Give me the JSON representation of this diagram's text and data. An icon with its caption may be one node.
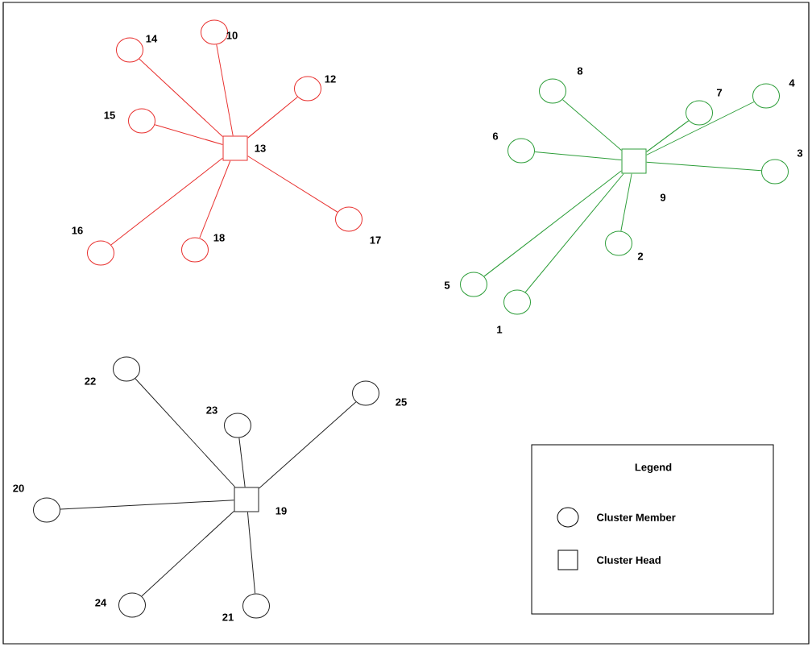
{
  "diagram": {
    "nodes": [
      {
        "text": [],
        "shape": "box",
        "beside": [
          "13"
        ]
      },
      {
        "text": [],
        "shape": "circle",
        "beside": [
          "14"
        ]
      },
      {
        "text": [],
        "shape": "circle",
        "beside": [
          "10"
        ]
      },
      {
        "text": [],
        "shape": "circle",
        "beside": [
          "12"
        ]
      },
      {
        "text": [],
        "shape": "circle",
        "beside": [
          "15"
        ]
      },
      {
        "text": [],
        "shape": "circle",
        "beside": [
          "16"
        ]
      },
      {
        "text": [],
        "shape": "circle",
        "beside": [
          "18"
        ]
      },
      {
        "text": [],
        "shape": "circle",
        "beside": [
          "17"
        ]
      },
      {
        "text": [],
        "shape": "box",
        "beside": [
          "9"
        ]
      },
      {
        "text": [],
        "shape": "circle",
        "beside": [
          "8"
        ]
      },
      {
        "text": [],
        "shape": "circle",
        "beside": [
          "7"
        ]
      },
      {
        "text": [],
        "shape": "circle",
        "beside": [
          "4"
        ]
      },
      {
        "text": [],
        "shape": "circle",
        "beside": [
          "6"
        ]
      },
      {
        "text": [],
        "shape": "circle",
        "beside": [
          "3"
        ]
      },
      {
        "text": [],
        "shape": "circle",
        "beside": [
          "2"
        ]
      },
      {
        "text": [],
        "shape": "circle",
        "beside": [
          "5"
        ]
      },
      {
        "text": [],
        "shape": "circle",
        "beside": [
          "1"
        ]
      },
      {
        "text": [],
        "shape": "box",
        "beside": [
          "19"
        ]
      },
      {
        "text": [],
        "shape": "circle",
        "beside": [
          "22"
        ]
      },
      {
        "text": [],
        "shape": "circle",
        "beside": [
          "23"
        ]
      },
      {
        "text": [],
        "shape": "circle",
        "beside": [
          "25"
        ]
      },
      {
        "text": [],
        "shape": "circle",
        "beside": [
          "20"
        ]
      },
      {
        "text": [],
        "shape": "circle",
        "beside": [
          "24"
        ]
      },
      {
        "text": [],
        "shape": "circle",
        "beside": [
          "21"
        ]
      }
    ],
    "edges": [
      {
        "from": 0,
        "to": 1,
        "arrow": "none",
        "color": "#e8302e"
      },
      {
        "from": 0,
        "to": 2,
        "arrow": "none",
        "color": "#e8302e"
      },
      {
        "from": 0,
        "to": 3,
        "arrow": "none",
        "color": "#e8302e"
      },
      {
        "from": 0,
        "to": 4,
        "arrow": "none",
        "color": "#e8302e"
      },
      {
        "from": 0,
        "to": 5,
        "arrow": "none",
        "color": "#e8302e"
      },
      {
        "from": 0,
        "to": 6,
        "arrow": "none",
        "color": "#e8302e"
      },
      {
        "from": 0,
        "to": 7,
        "arrow": "none",
        "color": "#e8302e"
      },
      {
        "from": 8,
        "to": 9,
        "arrow": "none"
      },
      {
        "from": 8,
        "to": 10,
        "arrow": "none"
      },
      {
        "from": 8,
        "to": 11,
        "arrow": "none"
      },
      {
        "from": 8,
        "to": 12,
        "arrow": "none"
      },
      {
        "from": 8,
        "to": 13,
        "arrow": "none"
      },
      {
        "from": 8,
        "to": 14,
        "arrow": "none"
      },
      {
        "from": 8,
        "to": 15,
        "arrow": "none"
      },
      {
        "from": 8,
        "to": 16,
        "arrow": "none"
      },
      {
        "from": 17,
        "to": 18,
        "arrow": "none",
        "color": "#222222"
      },
      {
        "from": 17,
        "to": 19,
        "arrow": "none",
        "color": "#222222"
      },
      {
        "from": 17,
        "to": 20,
        "arrow": "none",
        "color": "#222222"
      },
      {
        "from": 17,
        "to": 21,
        "arrow": "none",
        "color": "#222222"
      },
      {
        "from": 17,
        "to": 22,
        "arrow": "none",
        "color": "#222222"
      },
      {
        "from": 17,
        "to": 23,
        "arrow": "none",
        "color": "#222222"
      }
    ],
    "labels": [
      "Legend"
    ],
    "legend": [
      {
        "text": "Cluster Member"
      },
      {
        "text": "Cluster Head"
      }
    ]
  }
}
